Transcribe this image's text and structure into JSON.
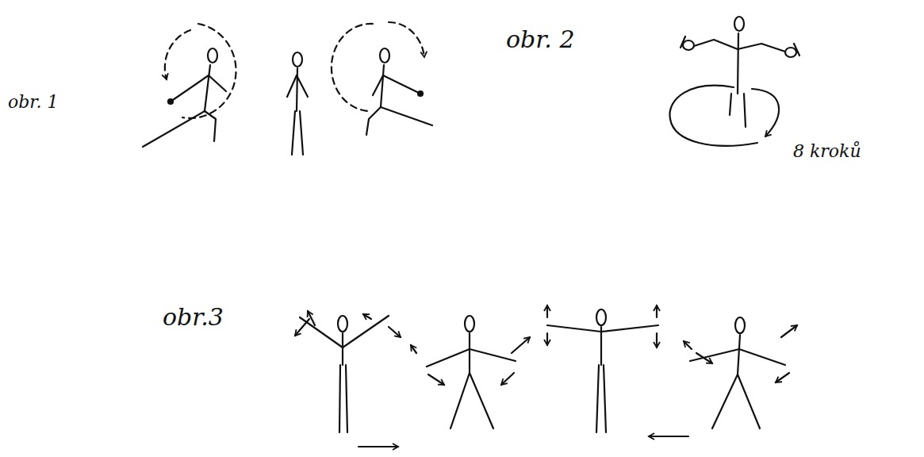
{
  "diagram": {
    "labels": [
      "obr. 1",
      "obr. 2",
      "8 kroků",
      "obr.3"
    ]
  }
}
